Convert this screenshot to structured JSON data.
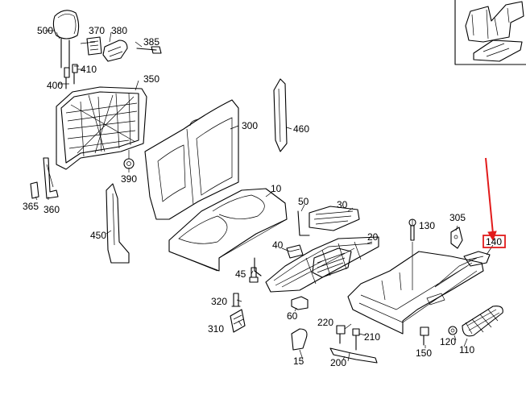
{
  "labels": {
    "p500": "500",
    "p370": "370",
    "p380": "380",
    "p385": "385",
    "p410": "410",
    "p400": "400",
    "p350": "350",
    "p300": "300",
    "p460": "460",
    "p390": "390",
    "p365": "365",
    "p360": "360",
    "p450": "450",
    "p10": "10",
    "p50": "50",
    "p30": "30",
    "p130": "130",
    "p305": "305",
    "p140": "140",
    "p20": "20",
    "p40": "40",
    "p45": "45",
    "p320": "320",
    "p310": "310",
    "p60": "60",
    "p220": "220",
    "p210": "210",
    "p15": "15",
    "p200": "200",
    "p150": "150",
    "p120": "120",
    "p110": "110"
  },
  "highlight": {
    "part": "140",
    "color": "#e21b1b"
  }
}
